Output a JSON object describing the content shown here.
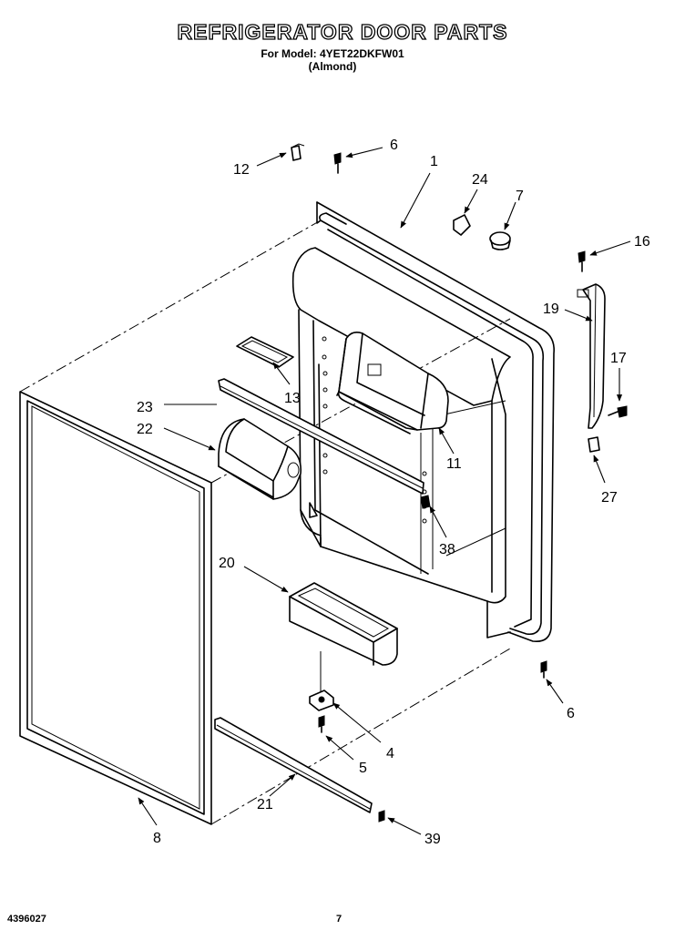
{
  "header": {
    "title": "REFRIGERATOR DOOR PARTS",
    "model_line": "For Model: 4YET22DKFW01",
    "color_line": "(Almond)"
  },
  "footer": {
    "doc_number": "4396027",
    "page_number": "7"
  },
  "callouts": [
    {
      "id": "c1",
      "label": "1"
    },
    {
      "id": "c4",
      "label": "4"
    },
    {
      "id": "c5",
      "label": "5"
    },
    {
      "id": "c6a",
      "label": "6"
    },
    {
      "id": "c6b",
      "label": "6"
    },
    {
      "id": "c7",
      "label": "7"
    },
    {
      "id": "c8",
      "label": "8"
    },
    {
      "id": "c11",
      "label": "11"
    },
    {
      "id": "c12",
      "label": "12"
    },
    {
      "id": "c13",
      "label": "13"
    },
    {
      "id": "c16",
      "label": "16"
    },
    {
      "id": "c17",
      "label": "17"
    },
    {
      "id": "c19",
      "label": "19"
    },
    {
      "id": "c20",
      "label": "20"
    },
    {
      "id": "c21",
      "label": "21"
    },
    {
      "id": "c22",
      "label": "22"
    },
    {
      "id": "c23",
      "label": "23"
    },
    {
      "id": "c24",
      "label": "24"
    },
    {
      "id": "c27",
      "label": "27"
    },
    {
      "id": "c38",
      "label": "38"
    },
    {
      "id": "c39",
      "label": "39"
    }
  ]
}
